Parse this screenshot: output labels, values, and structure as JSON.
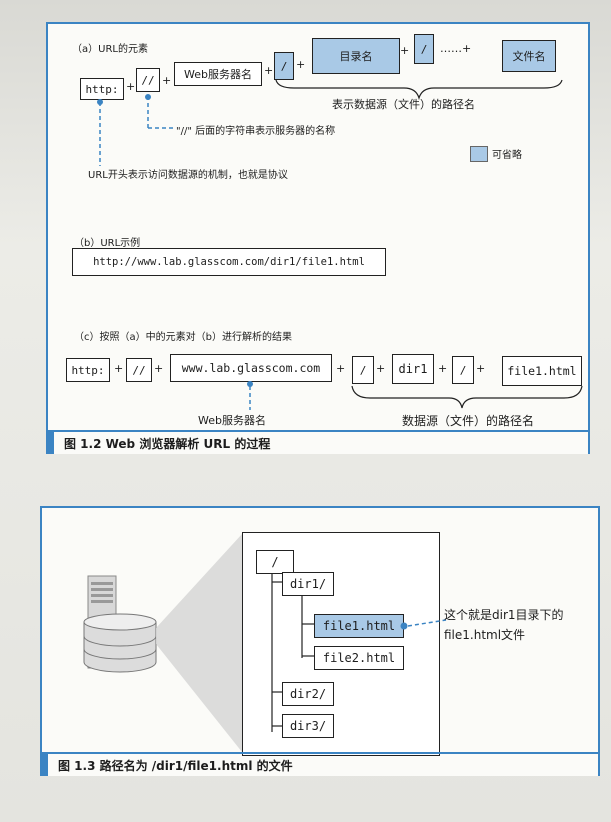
{
  "fig12": {
    "a_title": "（a）URL的元素",
    "a_http": "http:",
    "a_slashes": "//",
    "a_server": "Web服务器名",
    "a_slash1": "/",
    "a_dir": "目录名",
    "a_slash2": "/",
    "a_dots": "……+",
    "a_file": "文件名",
    "a_path_label": "表示数据源（文件）的路径名",
    "a_note_slashes": "\"//\" 后面的字符串表示服务器的名称",
    "a_note_http": "URL开头表示访问数据源的机制，也就是协议",
    "legend_optional": "可省略",
    "b_title": "（b）URL示例",
    "b_url": "http://www.lab.glasscom.com/dir1/file1.html",
    "c_title": "（c）按照（a）中的元素对（b）进行解析的结果",
    "c_http": "http:",
    "c_slashes": "//",
    "c_server": "www.lab.glasscom.com",
    "c_slash1": "/",
    "c_dir": "dir1",
    "c_slash2": "/",
    "c_file": "file1.html",
    "c_server_label": "Web服务器名",
    "c_path_label": "数据源（文件）的路径名",
    "plus": "+",
    "caption": "图 1.2  Web 浏览器解析 URL 的过程"
  },
  "fig13": {
    "root": "/",
    "dir1": "dir1/",
    "file1": "file1.html",
    "file2": "file2.html",
    "dir2": "dir2/",
    "dir3": "dir3/",
    "note_line1": "这个就是dir1目录下的",
    "note_line2": "file1.html文件",
    "caption": "图 1.3  路径名为 /dir1/file1.html 的文件"
  },
  "colors": {
    "accent": "#3b84c3",
    "optional_fill": "#a9c9e6"
  },
  "icons": [
    "server-icon",
    "database-icon"
  ]
}
